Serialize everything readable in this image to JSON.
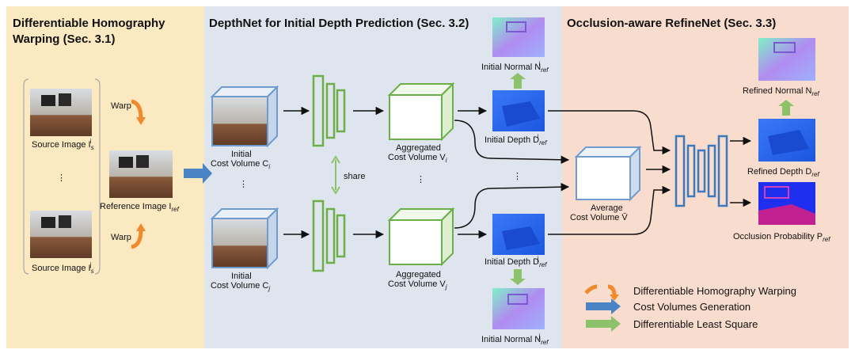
{
  "sections": {
    "homography": {
      "title_line1": "Differentiable Homography",
      "title_line2": "Warping (Sec. 3.1)",
      "bg": "#fbe9c2"
    },
    "depthnet": {
      "title": "DepthNet for Initial Depth Prediction (Sec. 3.2)",
      "bg": "#dfe5ee"
    },
    "refinenet": {
      "title": "Occlusion-aware RefineNet (Sec. 3.3)",
      "bg": "#f8dccd"
    }
  },
  "labels": {
    "source_i": "Source Image I",
    "source_i_sub": "s",
    "source_i_sup": "i",
    "source_j": "Source Image I",
    "source_j_sub": "s",
    "source_j_sup": "j",
    "warp_top": "Warp",
    "warp_bottom": "Warp",
    "reference": "Reference Image I",
    "reference_sub": "ref",
    "vdots": "⋮",
    "cost_i_line1": "Initial",
    "cost_i_line2": "Cost Volume C",
    "cost_i_sub": "i",
    "cost_j_line1": "Initial",
    "cost_j_line2": "Cost Volume C",
    "cost_j_sub": "j",
    "share": "share",
    "agg_i_line1": "Aggregated",
    "agg_i_line2": "Cost Volume V",
    "agg_i_sub": "i",
    "agg_j_line1": "Aggregated",
    "agg_j_line2": "Cost Volume V",
    "agg_j_sub": "j",
    "normal_i": "Initial Normal N",
    "normal_i_sub": "ref",
    "normal_i_sup": "i",
    "depth_i": "Initial Depth D",
    "depth_i_sub": "ref",
    "depth_i_sup": "i",
    "depth_j": "Initial Depth D",
    "depth_j_sub": "ref",
    "depth_j_sup": "j",
    "normal_j": "Initial Normal N",
    "normal_j_sub": "ref",
    "normal_j_sup": "j",
    "avg_line1": "Average",
    "avg_line2": "Cost Volume V̄",
    "refined_normal": "Refined Normal N",
    "refined_normal_sub": "ref",
    "refined_depth": "Refined Depth D",
    "refined_depth_sub": "ref",
    "occlusion": "Occlusion Probability P",
    "occlusion_sub": "ref"
  },
  "legend": [
    {
      "label": "Differentiable Homography Warping",
      "color": "#f08a2c"
    },
    {
      "label": "Cost Volumes Generation",
      "color": "#4a84c4"
    },
    {
      "label": "Differentiable Least Square",
      "color": "#8dc26b"
    }
  ],
  "colors": {
    "green_net": "#6cae48",
    "blue_net": "#3c78be",
    "arrow": "#111111",
    "depth_blue": "#2c6cf0",
    "cube_edge_blue": "#6f9bcf",
    "cube_edge_green": "#6cae48"
  }
}
